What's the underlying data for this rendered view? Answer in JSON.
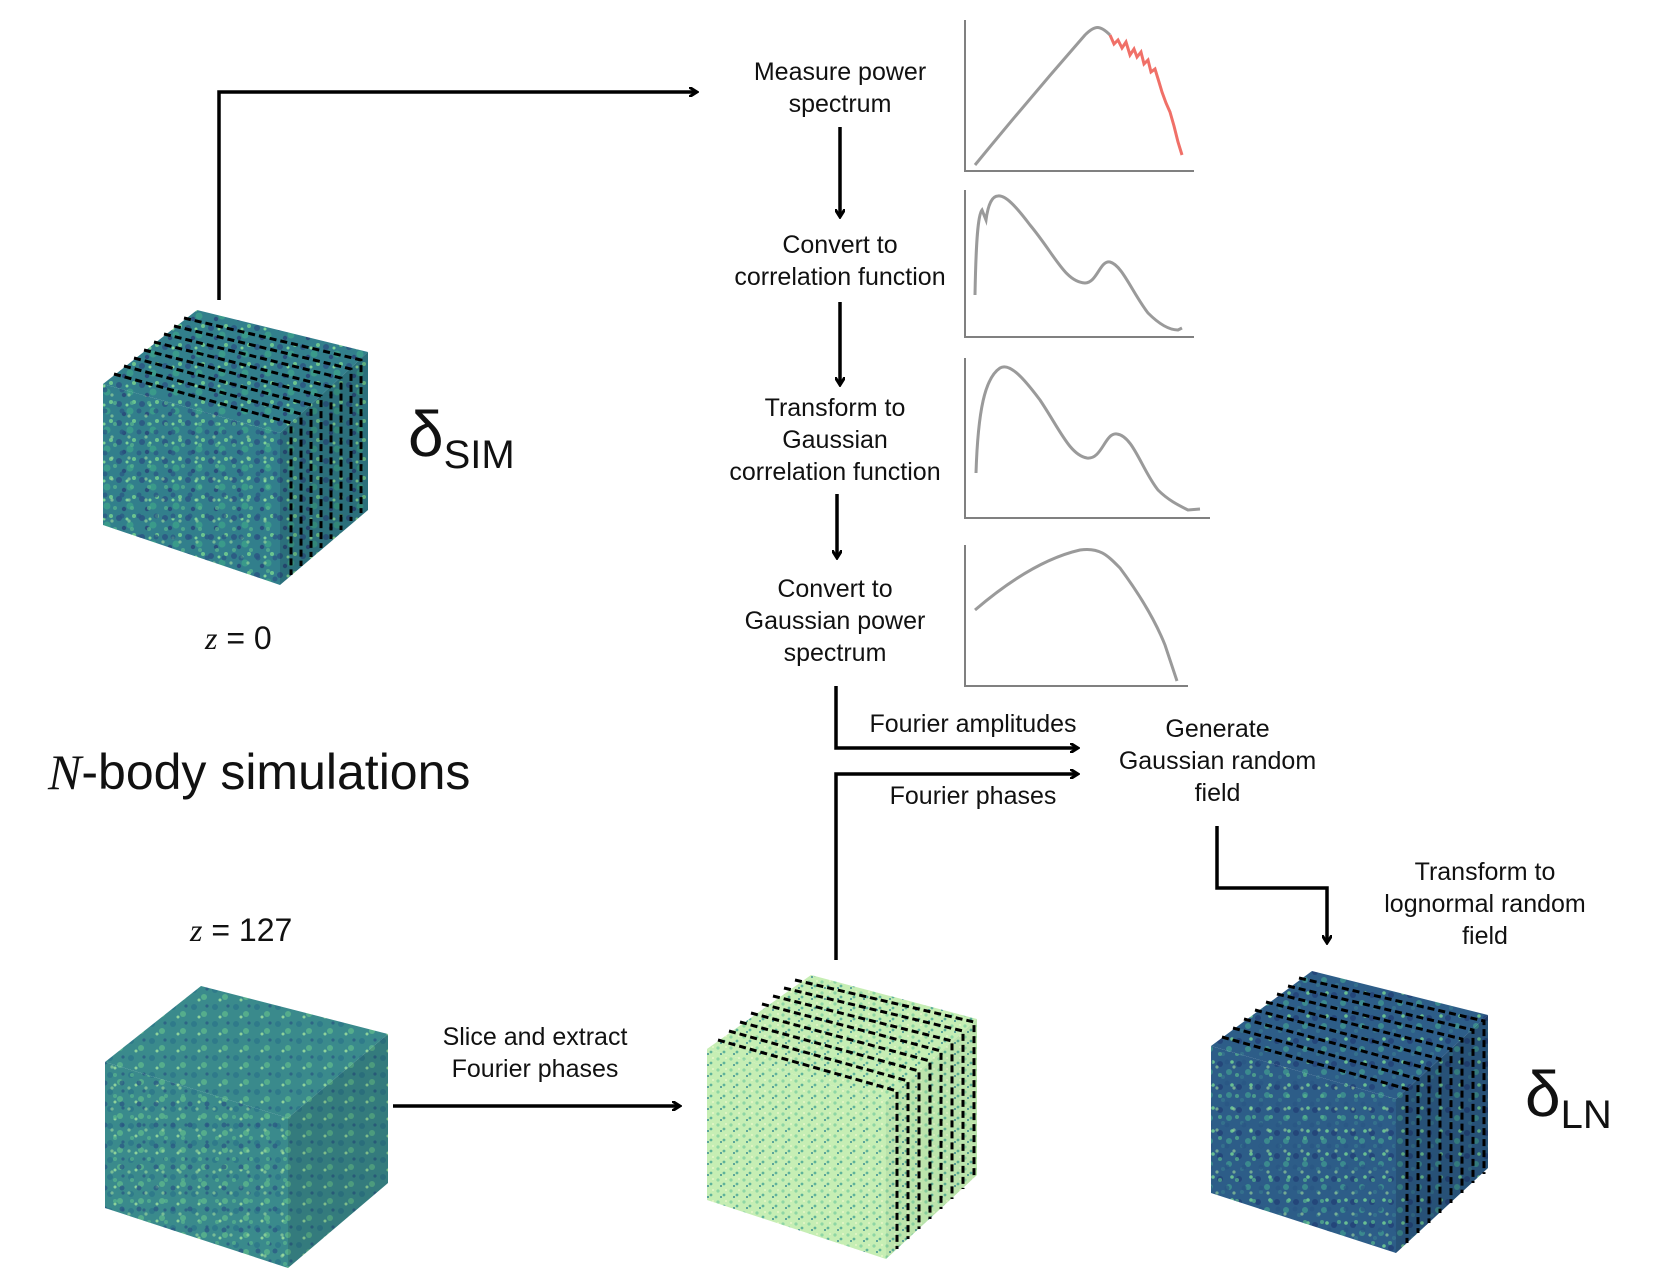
{
  "steps": {
    "measure": [
      "Measure power",
      "spectrum"
    ],
    "convert_corr": [
      "Convert to",
      "correlation function"
    ],
    "transform_gauss": [
      "Transform to",
      "Gaussian",
      "correlation function"
    ],
    "convert_gauss_ps": [
      "Convert to",
      "Gaussian power",
      "spectrum"
    ],
    "generate_grf": [
      "Generate",
      "Gaussian random",
      "field"
    ],
    "transform_lognormal": [
      "Transform to",
      "lognormal random",
      "field"
    ],
    "slice_extract": [
      "Slice and extract",
      "Fourier phases"
    ]
  },
  "edges": {
    "fourier_amplitudes": "Fourier amplitudes",
    "fourier_phases": "Fourier phases"
  },
  "symbols": {
    "delta_sim": {
      "base": "δ",
      "sub": "SIM"
    },
    "delta_ln": {
      "base": "δ",
      "sub": "LN"
    }
  },
  "redshifts": {
    "final": {
      "var": "z",
      "rest": " = 0"
    },
    "initial": {
      "var": "z",
      "rest": " = 127"
    }
  },
  "caption": {
    "var": "N",
    "rest": "-body simulations"
  },
  "colors": {
    "arrow": "#000000",
    "curve": "#9a9a9a",
    "curve_highlight": "#f07068",
    "axis": "#808080",
    "field_dark": "#2c5c84",
    "field_mid": "#2f8a8c",
    "field_light": "#9edfa8",
    "field_pale": "#c6eeb4"
  }
}
